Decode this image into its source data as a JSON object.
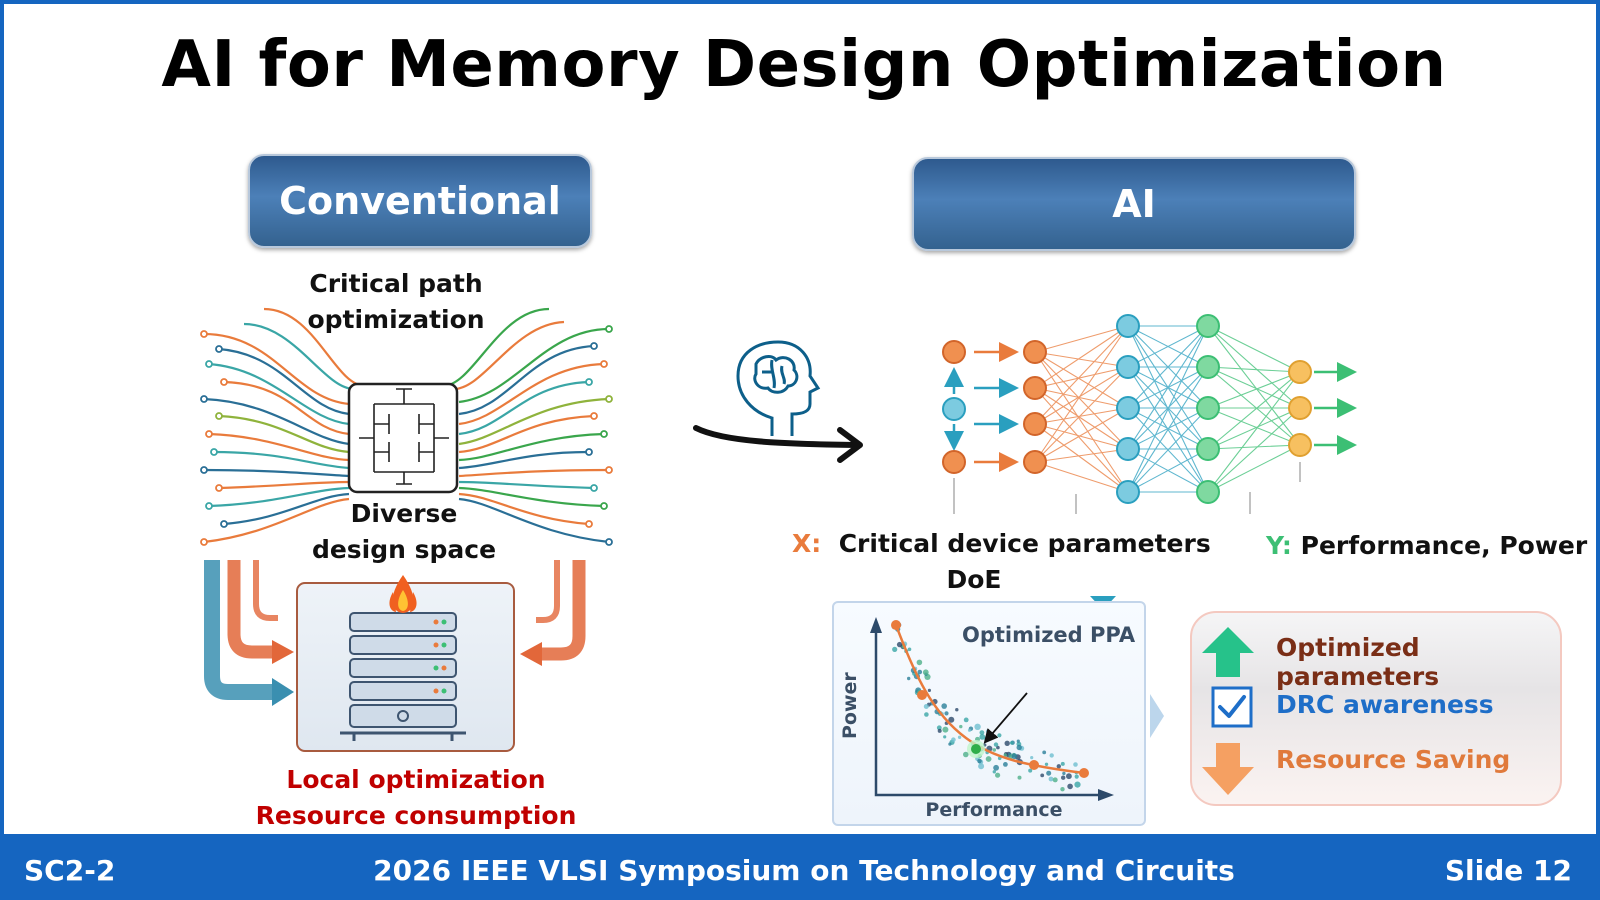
{
  "title": "AI for Memory Design Optimization",
  "conventional": {
    "header": "Conventional",
    "label_top_line1": "Critical path",
    "label_top_line2": "optimization",
    "label_mid_line1": "Diverse",
    "label_mid_line2": "design space",
    "label_bottom_line1": "Local optimization",
    "label_bottom_line2": "Resource consumption"
  },
  "ai": {
    "header": "AI",
    "x_prefix": "X:",
    "x_label": "Critical device parameters",
    "doe_label": "DoE",
    "y_prefix": "Y:",
    "y_label": "Performance, Power",
    "plot": {
      "annotation": "Optimized PPA",
      "xlabel": "Performance",
      "ylabel": "Power"
    },
    "results": [
      {
        "icon": "up-arrow-icon",
        "label": "Optimized parameters",
        "color": "#7a2e16"
      },
      {
        "icon": "checkbox-icon",
        "label": "DRC awareness",
        "color": "#1e6ec8"
      },
      {
        "icon": "down-arrow-icon",
        "label": "Resource Saving",
        "color": "#e07a3c"
      }
    ]
  },
  "colors": {
    "accent_blue": "#1565c0",
    "orange": "#e97b3c",
    "teal": "#2a9fbf",
    "green": "#3cbf74",
    "red_text": "#c00000"
  },
  "footer": {
    "left": "SC2-2",
    "center": "2026 IEEE VLSI Symposium on Technology and Circuits",
    "right": "Slide 12"
  }
}
